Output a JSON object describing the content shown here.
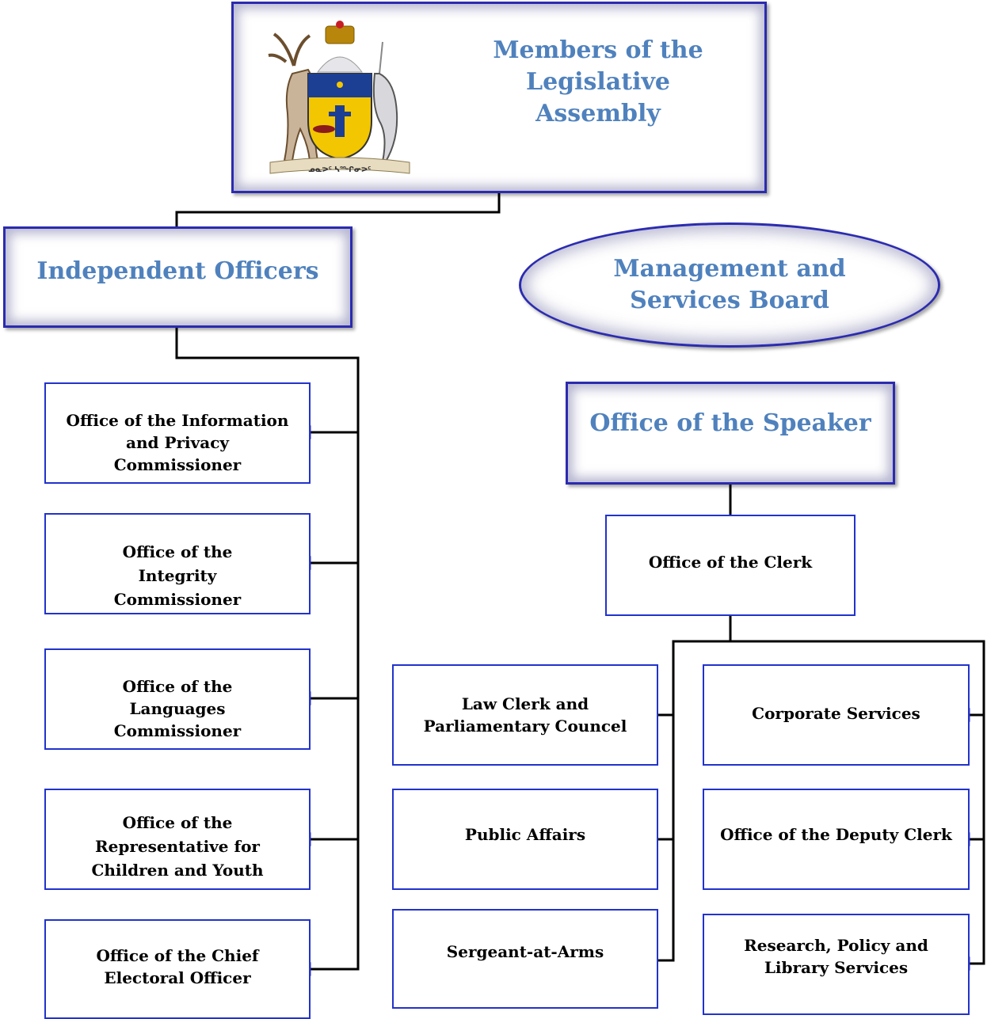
{
  "colors": {
    "title_blue": "#4f81bd",
    "border_blue": "#2b2bb0",
    "leaf_border": "#2233cc",
    "connector": "#000000",
    "pointer_blue": "#4f81bd"
  },
  "top": {
    "title": "Members of the Legislative Assembly",
    "emblem": {
      "name": "coat-of-arms-of-nunavut",
      "motto": "ᓄᓇᕗᑦ ᓴᙱᓂᕗᑦ"
    }
  },
  "independent_officers": {
    "title": "Independent Officers",
    "offices": [
      {
        "label": "Office of the Information and Privacy Commissioner"
      },
      {
        "label": "Office of the Integrity Commissioner"
      },
      {
        "label": "Office of the Languages Commissioner"
      },
      {
        "label": "Office of the Representative for Children and Youth"
      },
      {
        "label": "Office of the Chief Electoral Officer"
      }
    ]
  },
  "board": {
    "title": "Management and Services Board"
  },
  "speaker": {
    "title": "Office of the Speaker"
  },
  "clerk": {
    "title": "Office of the Clerk"
  },
  "clerk_left": [
    {
      "label": "Law Clerk and Parliamentary Councel"
    },
    {
      "label": "Public Affairs"
    },
    {
      "label": "Sergeant-at-Arms"
    }
  ],
  "clerk_right": [
    {
      "label": "Corporate Services"
    },
    {
      "label": "Office of the Deputy Clerk"
    },
    {
      "label": "Research, Policy and Library Services"
    }
  ]
}
